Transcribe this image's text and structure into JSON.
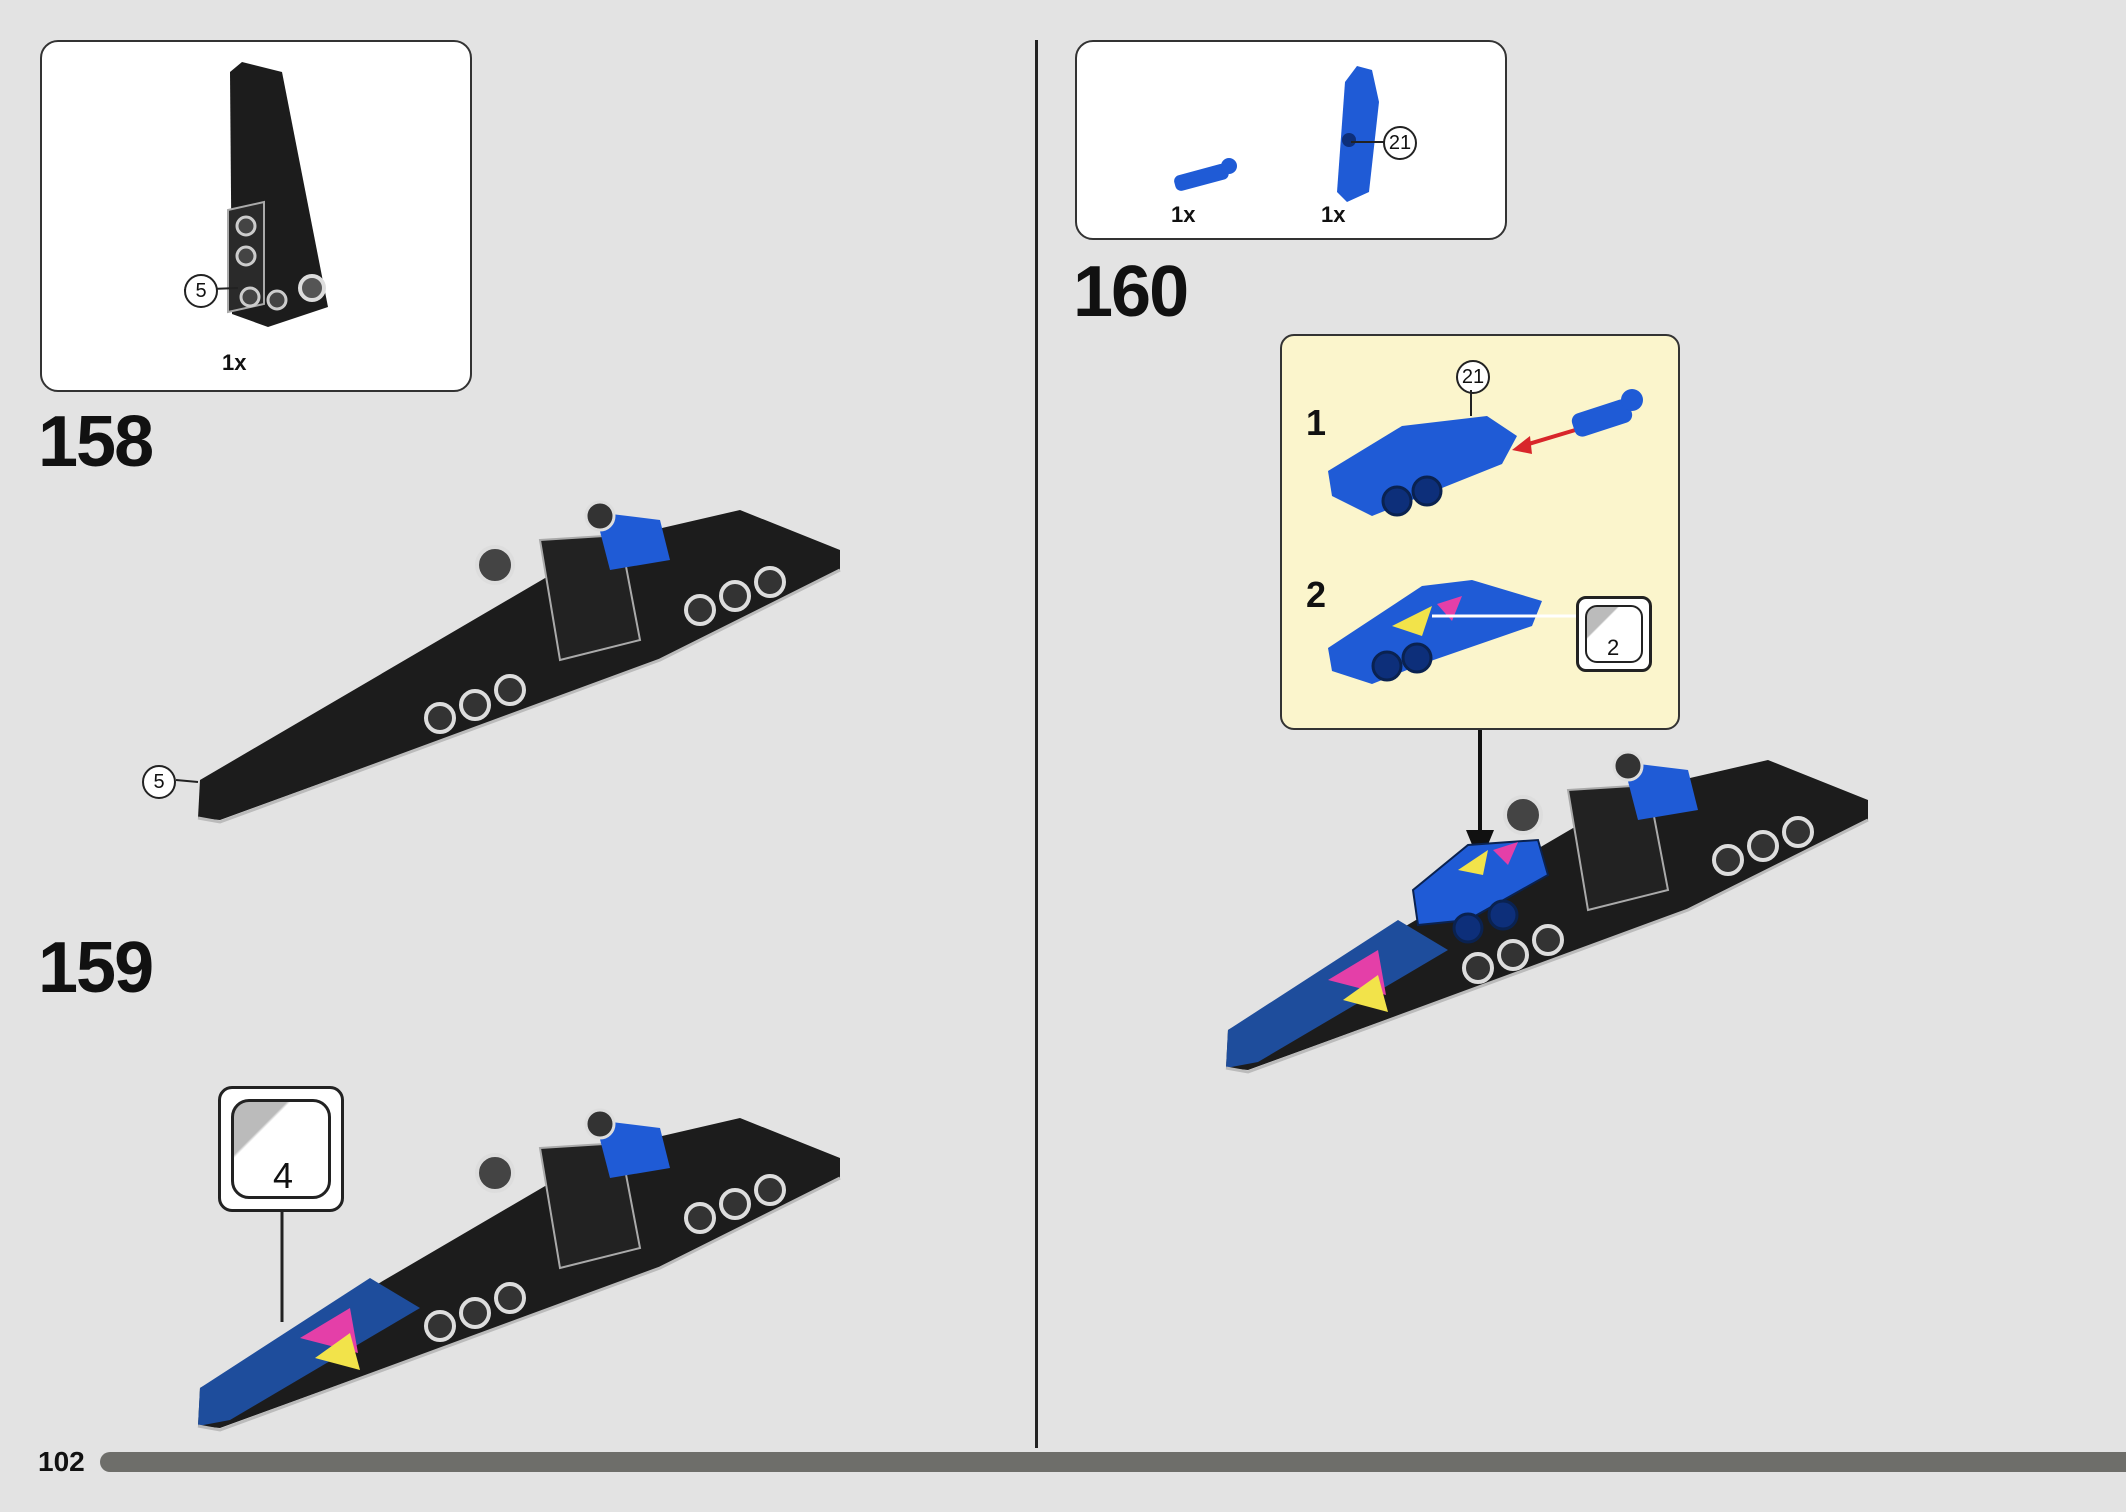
{
  "page": {
    "number": "102"
  },
  "steps": [
    {
      "number": "158",
      "parts": [
        {
          "qty": "1x",
          "part_label": "5"
        }
      ],
      "model_label": "5"
    },
    {
      "number": "159",
      "sticker_ref": "4"
    },
    {
      "number": "160",
      "parts": [
        {
          "qty": "1x"
        },
        {
          "qty": "1x",
          "part_label": "21"
        }
      ],
      "subassembly": {
        "substeps": [
          {
            "number": "1",
            "part_label": "21"
          },
          {
            "number": "2",
            "sticker_ref": "2"
          }
        ]
      }
    }
  ],
  "colors": {
    "background": "#e3e3e3",
    "brick_black": "#1c1c1c",
    "brick_blue": "#1f5bd6",
    "callout_bg": "#fbf5cc",
    "arrow_red": "#d8262a",
    "progress": "#6e6e6a"
  }
}
